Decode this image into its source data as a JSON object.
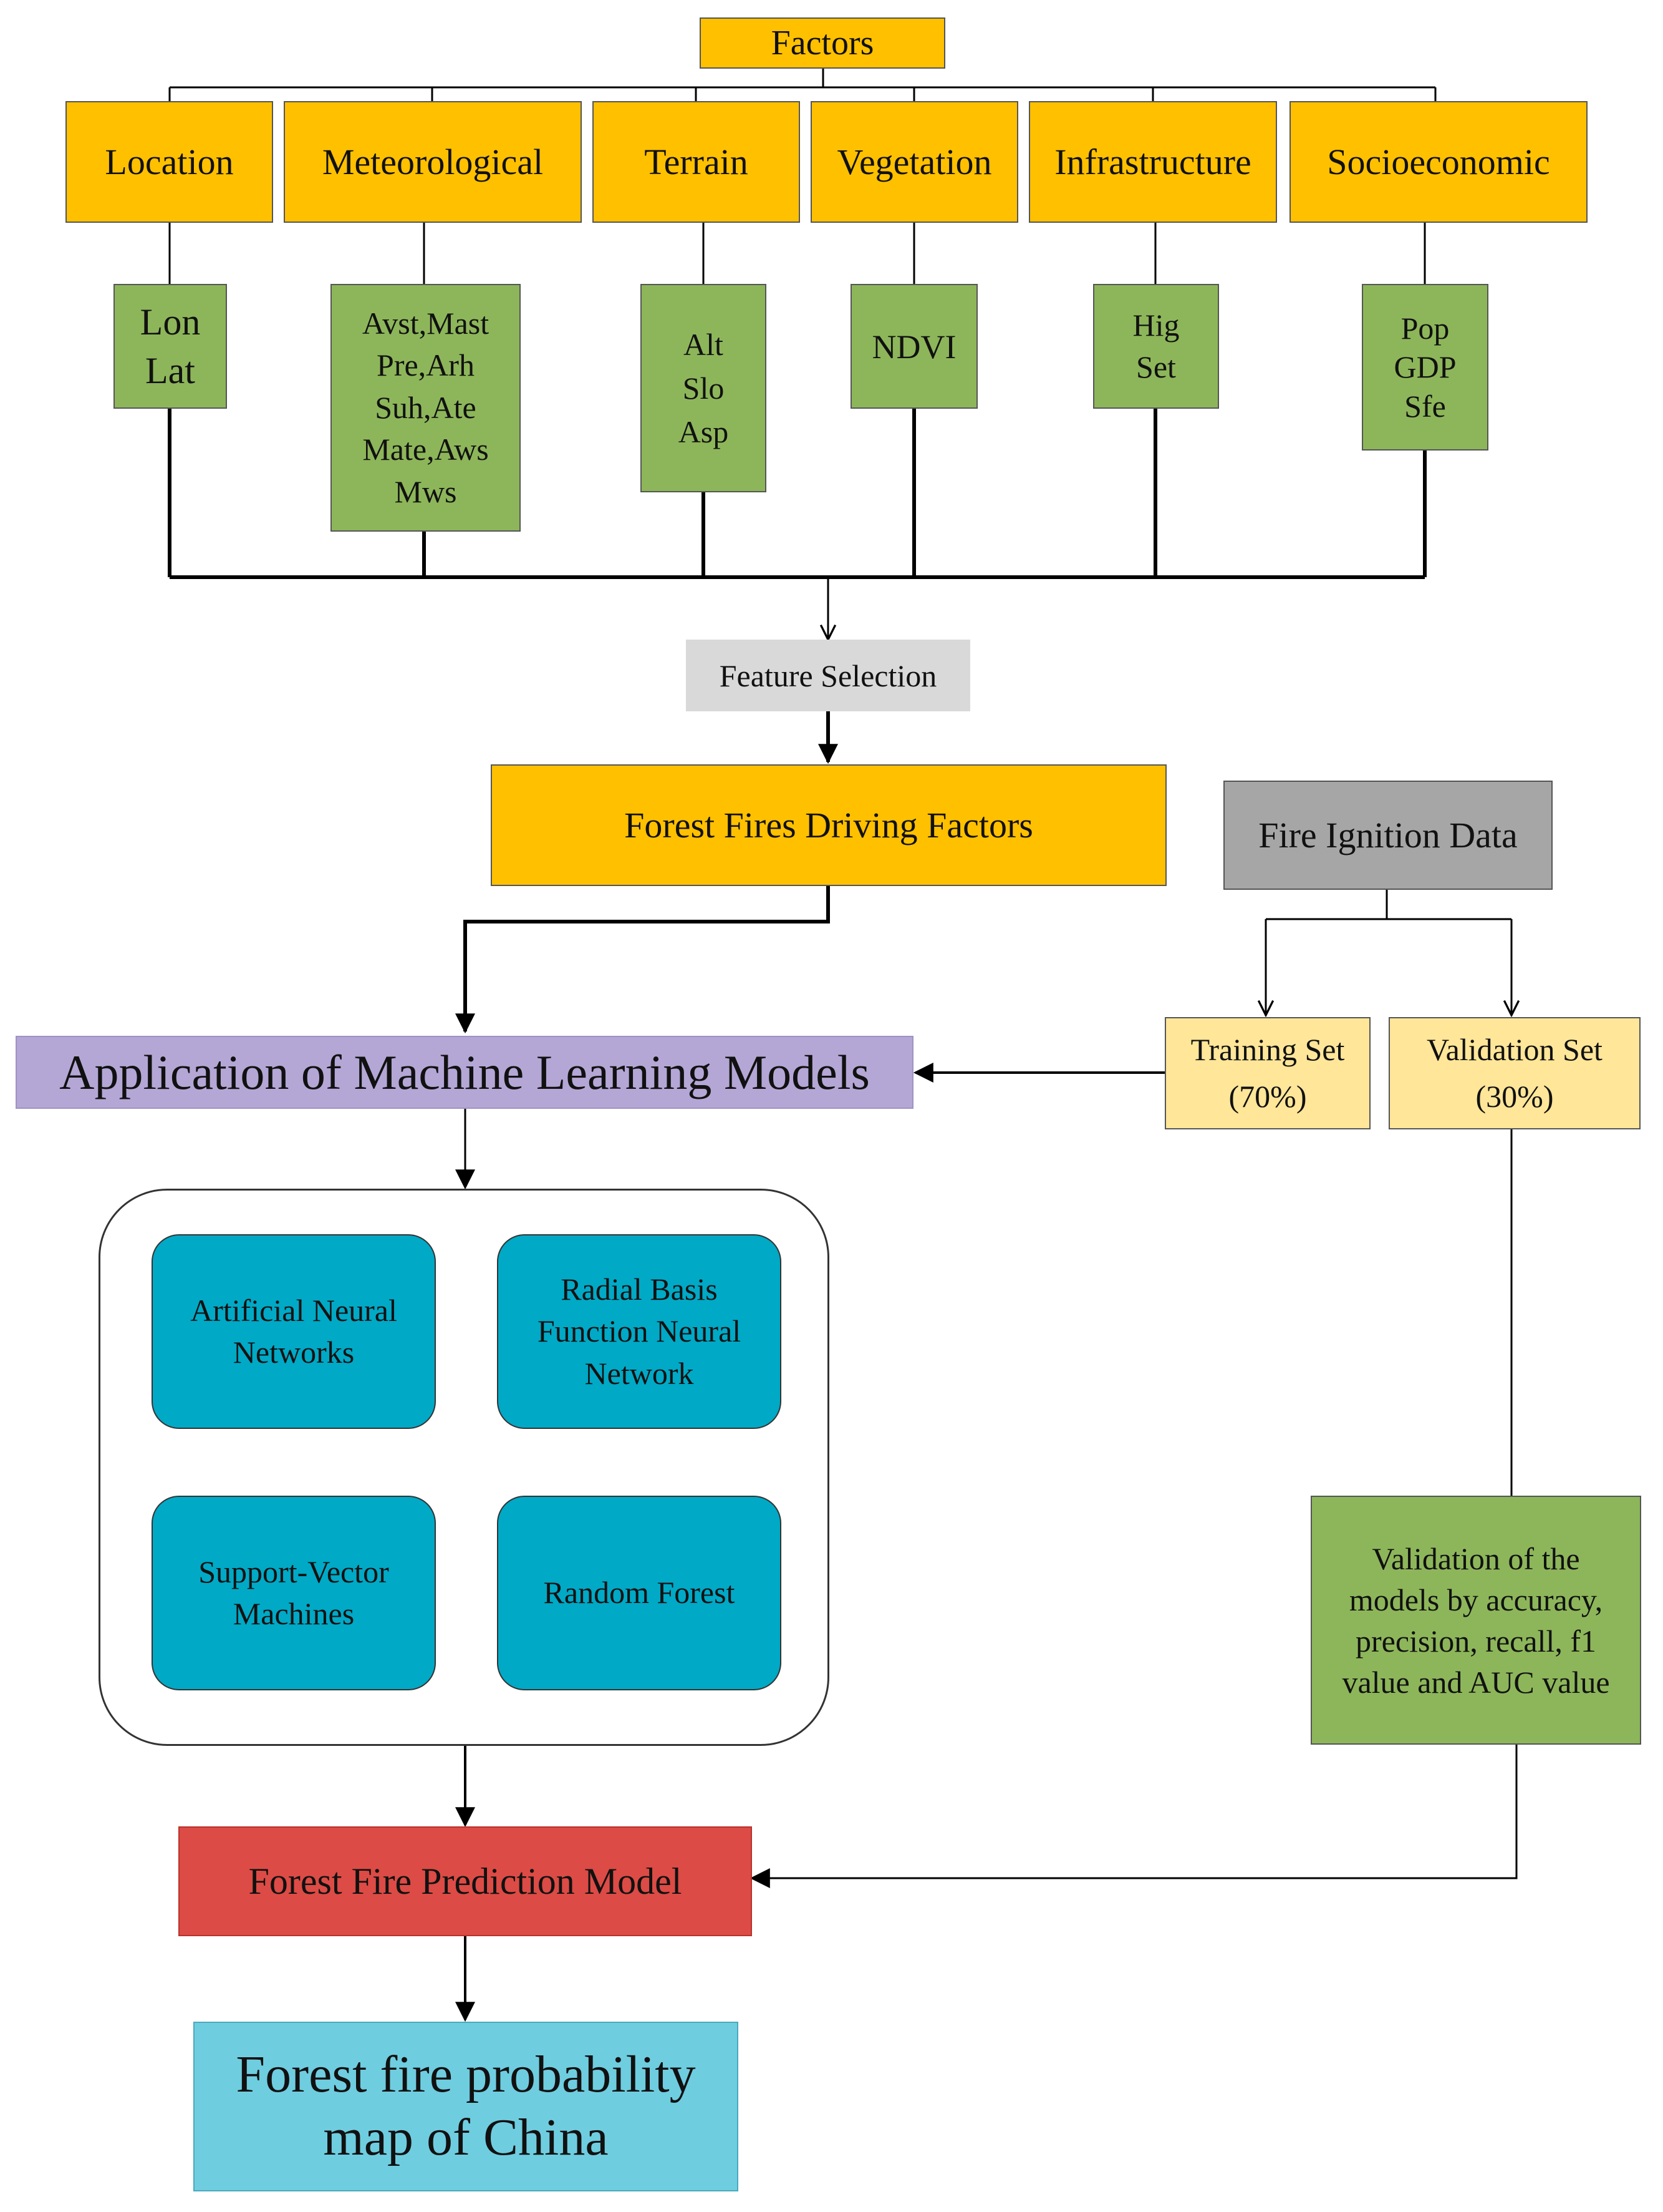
{
  "diagram": {
    "root": "Factors",
    "categories": [
      {
        "label": "Location",
        "items": "Lon\nLat"
      },
      {
        "label": "Meteorological",
        "items": "Avst,Mast\nPre,Arh\nSuh,Ate\nMate,Aws\nMws"
      },
      {
        "label": "Terrain",
        "items": "Alt\nSlo\nAsp"
      },
      {
        "label": "Vegetation",
        "items": "NDVI"
      },
      {
        "label": "Infrastructure",
        "items": "Hig\nSet"
      },
      {
        "label": "Socioeconomic",
        "items": "Pop\nGDP\nSfe"
      }
    ],
    "feature_selection": "Feature Selection",
    "driving_factors": "Forest Fires Driving Factors",
    "ignition_data": "Fire Ignition Data",
    "training_set": "Training Set\n(70%)",
    "validation_set": "Validation Set\n(30%)",
    "ml_application": "Application of Machine Learning Models",
    "models": [
      "Artificial Neural\nNetworks",
      "Radial Basis\nFunction Neural\nNetwork",
      "Support-Vector\nMachines",
      "Random Forest"
    ],
    "validation_box": "Validation of the\nmodels by accuracy,\nprecision, recall, f1\nvalue and AUC value",
    "prediction_model": "Forest Fire Prediction Model",
    "probability_map": "Forest fire probability\nmap of China"
  },
  "colors": {
    "factor": "#ffc000",
    "subfactor": "#8db65a",
    "feature_selection": "#d9d9d9",
    "ignition": "#a6a6a6",
    "dataset": "#ffe699",
    "ml": "#b4a7d6",
    "model": "#00a9c6",
    "prediction": "#dc4b45",
    "map": "#6fcde0"
  }
}
